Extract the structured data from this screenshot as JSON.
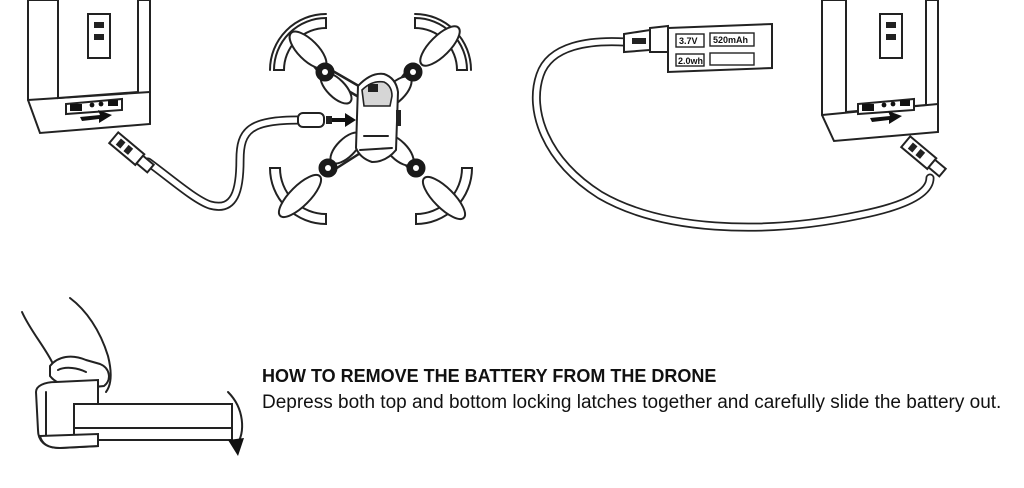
{
  "battery": {
    "voltage": "3.7V",
    "capacity": "520mAh",
    "energy": "2.0wh"
  },
  "instructions": {
    "title": "HOW TO REMOVE THE BATTERY FROM THE DRONE",
    "body": "Depress both top and bottom locking latches together and carefully slide the battery out."
  }
}
